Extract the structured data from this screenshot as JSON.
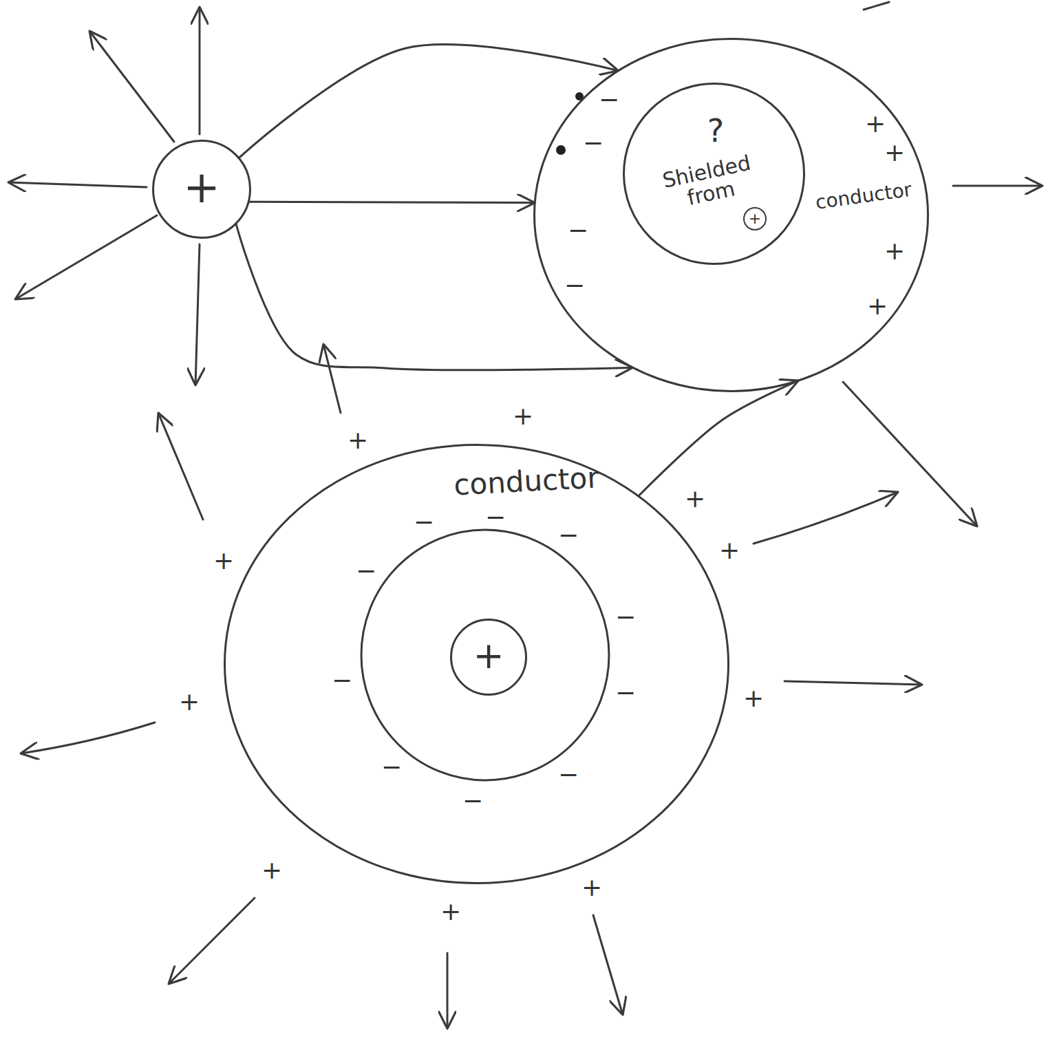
{
  "diagram": {
    "nodes": [
      {
        "text": [
          "+"
        ]
      },
      {
        "text": [
          "conductor"
        ]
      },
      {
        "text": [
          "?",
          "Shielded from",
          "+"
        ],
        "in": 1
      },
      {
        "text": [
          "conductor"
        ]
      },
      {
        "text": [
          "+"
        ],
        "in": 3
      }
    ],
    "edges": [
      {
        "from": 0,
        "to": 1,
        "arrow": "to"
      },
      {
        "from": 0,
        "to": 1,
        "arrow": "to"
      },
      {
        "from": 0,
        "to": 1,
        "arrow": "to"
      },
      {
        "from": 3,
        "to": 1,
        "arrow": "to"
      }
    ],
    "labels": [
      "−",
      "−",
      "−",
      "−",
      "+",
      "+",
      "+",
      "+",
      "+",
      "+",
      "+",
      "+",
      "+",
      "+",
      "+",
      "+",
      "+",
      "+",
      "−",
      "−",
      "−",
      "−",
      "−",
      "−",
      "−",
      "−",
      "−",
      "−"
    ]
  }
}
